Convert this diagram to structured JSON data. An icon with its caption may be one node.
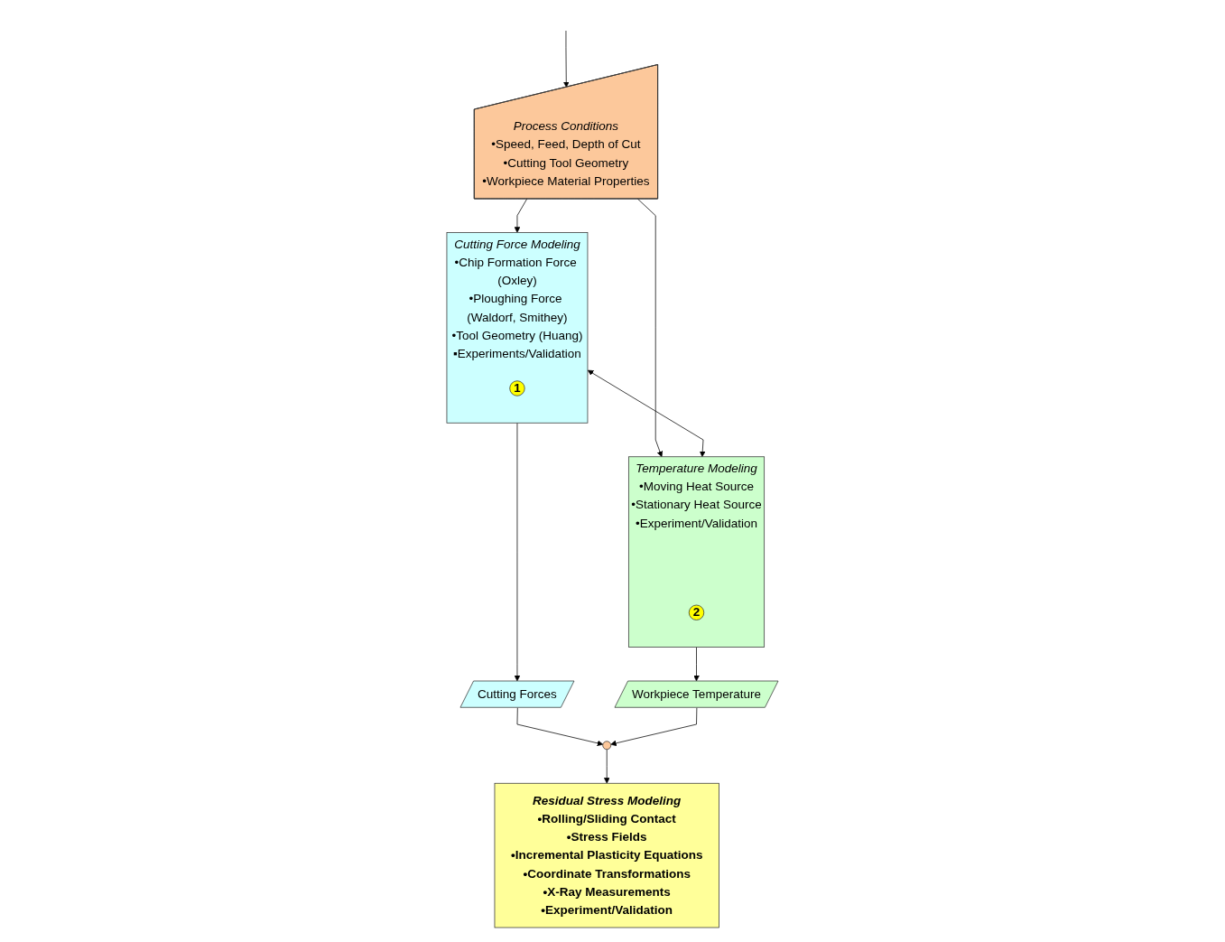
{
  "diagram": {
    "nodes": [
      {
        "text": [
          "Process Conditions",
          "•Speed, Feed, Depth of Cut",
          "•Cutting Tool Geometry",
          "•Workpiece Material Properties"
        ]
      },
      {
        "text": [
          "Cutting Force Modeling",
          "•Chip Formation Force (Oxley)",
          "•Ploughing Force (Waldorf, Smithey)",
          "•Tool Geometry (Huang)",
          "▪Experiments/Validation"
        ]
      },
      {
        "text": [
          "1"
        ],
        "in": 1
      },
      {
        "text": [
          "Temperature Modeling",
          "•Moving Heat Source",
          "•Stationary Heat Source",
          "•Experiment/Validation"
        ]
      },
      {
        "text": [
          "2"
        ],
        "in": 3
      },
      {
        "text": [
          "Cutting Forces"
        ]
      },
      {
        "text": [],
        "shape": "circle"
      },
      {
        "text": [
          "Workpiece Temperature"
        ]
      },
      {
        "text": [
          "Residual Stress Modeling",
          "•Rolling/Sliding Contact",
          "•Stress Fields",
          "•Incremental Plasticity Equations",
          "•Coordinate Transformations",
          "•X-Ray Measurements",
          "•Experiment/Validation"
        ]
      }
    ],
    "edges": [
      {
        "from": null,
        "to": 0,
        "arrow": "to"
      },
      {
        "from": 0,
        "to": 1,
        "arrow": "to"
      },
      {
        "from": 0,
        "to": 3,
        "arrow": "to"
      },
      {
        "from": 1,
        "to": 3,
        "arrow": "both"
      },
      {
        "from": 1,
        "to": 5,
        "arrow": "to"
      },
      {
        "from": 3,
        "to": 7,
        "arrow": "to"
      },
      {
        "from": 5,
        "to": 6,
        "arrow": "to"
      },
      {
        "from": 7,
        "to": 6,
        "arrow": "to"
      },
      {
        "from": 6,
        "to": 8,
        "arrow": "to"
      }
    ]
  }
}
